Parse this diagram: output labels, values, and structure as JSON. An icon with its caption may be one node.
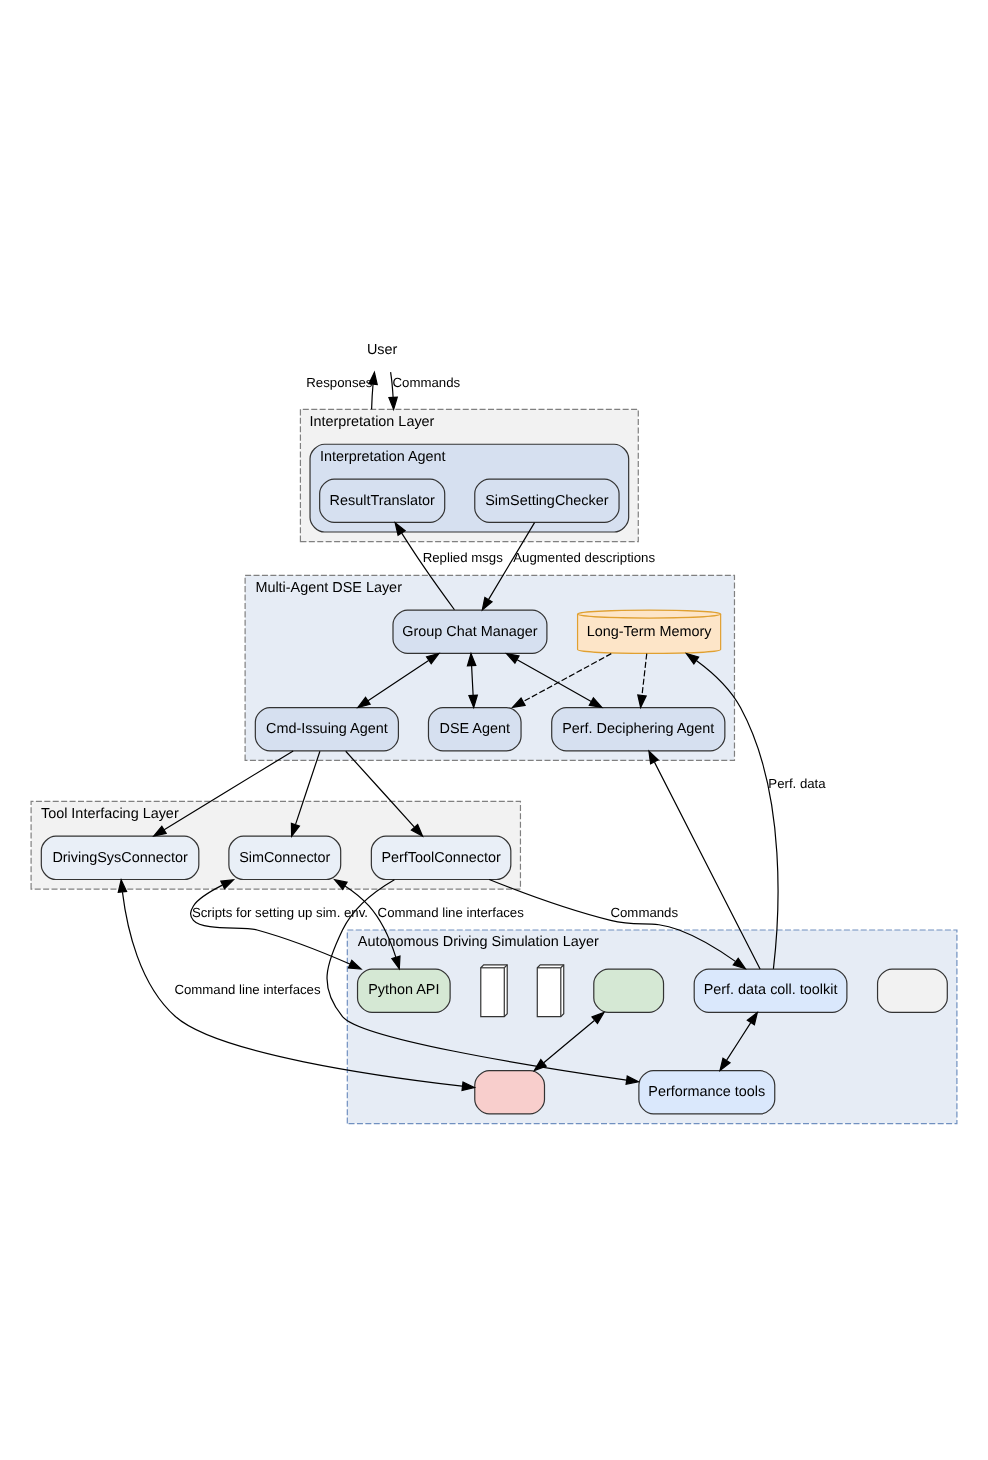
{
  "diagram": {
    "nodes": [
      {
        "text": [
          "User"
        ]
      },
      {
        "text": [
          "Interpretation Layer"
        ]
      },
      {
        "text": [
          "Interpretation Agent"
        ],
        "in": 1
      },
      {
        "text": [
          "ResultTranslator"
        ],
        "in": 2
      },
      {
        "text": [
          "SimSettingChecker"
        ],
        "in": 2
      },
      {
        "text": [
          "Multi-Agent DSE Layer"
        ]
      },
      {
        "text": [
          "Group Chat Manager"
        ],
        "in": 5
      },
      {
        "text": [
          "Long-Term Memory"
        ],
        "in": 5
      },
      {
        "text": [
          "Cmd-Issuing Agent"
        ],
        "in": 5
      },
      {
        "text": [
          "DSE Agent"
        ],
        "in": 5
      },
      {
        "text": [
          "Perf. Deciphering Agent"
        ],
        "in": 5
      },
      {
        "text": [
          "Tool Interfacing Layer"
        ]
      },
      {
        "text": [
          "DrivingSysConnector"
        ],
        "in": 11
      },
      {
        "text": [
          "SimConnector"
        ],
        "in": 11
      },
      {
        "text": [
          "PerfToolConnector"
        ],
        "in": 11
      },
      {
        "text": [
          "Autonomous Driving Simulation Layer"
        ]
      },
      {
        "text": [],
        "shape": "box",
        "in": 15
      },
      {
        "text": [],
        "shape": "box",
        "in": 15
      },
      {
        "text": [
          "Python API"
        ],
        "in": 15
      },
      {
        "text": [],
        "shape": "computer",
        "in": 15
      },
      {
        "text": [],
        "shape": "box",
        "in": 15
      },
      {
        "text": [],
        "shape": "computer",
        "in": 15
      },
      {
        "text": [
          "Perf. data coll. toolkit"
        ],
        "in": 15
      },
      {
        "text": [
          "Performance tools"
        ],
        "in": 15
      }
    ],
    "edges": [
      {
        "from": 1,
        "to": 0,
        "arrow": "to",
        "label": "Responses"
      },
      {
        "from": 0,
        "to": 1,
        "arrow": "to",
        "label": "Commands"
      },
      {
        "from": 6,
        "to": 3,
        "arrow": "to",
        "label": "Replied msgs"
      },
      {
        "from": 4,
        "to": 6,
        "arrow": "to",
        "label": "Augmented descriptions"
      },
      {
        "from": 6,
        "to": 8,
        "arrow": "both"
      },
      {
        "from": 6,
        "to": 9,
        "arrow": "both"
      },
      {
        "from": 6,
        "to": 10,
        "arrow": "both"
      },
      {
        "from": 7,
        "to": 9,
        "arrow": "to",
        "style": "dashed"
      },
      {
        "from": 7,
        "to": 10,
        "arrow": "to",
        "style": "dashed"
      },
      {
        "from": 22,
        "to": 7,
        "arrow": "to",
        "label": "Perf. data"
      },
      {
        "from": 22,
        "to": 10,
        "arrow": "to"
      },
      {
        "from": 8,
        "to": 13,
        "arrow": "to"
      },
      {
        "from": 8,
        "to": 12,
        "arrow": "to"
      },
      {
        "from": 8,
        "to": 14,
        "arrow": "to"
      },
      {
        "from": 13,
        "to": 18,
        "arrow": "both",
        "label": "Scripts for setting up sim. env."
      },
      {
        "from": 13,
        "to": 18,
        "arrow": "both",
        "label": "Command line interfaces"
      },
      {
        "from": 12,
        "to": 20,
        "arrow": "both",
        "label": "Command line interfaces"
      },
      {
        "from": 14,
        "to": 22,
        "arrow": "to",
        "label": "Commands"
      },
      {
        "from": 14,
        "to": 23,
        "arrow": "to"
      },
      {
        "from": 22,
        "to": 23,
        "arrow": "both"
      },
      {
        "from": 17,
        "to": 20,
        "arrow": "both"
      }
    ]
  }
}
